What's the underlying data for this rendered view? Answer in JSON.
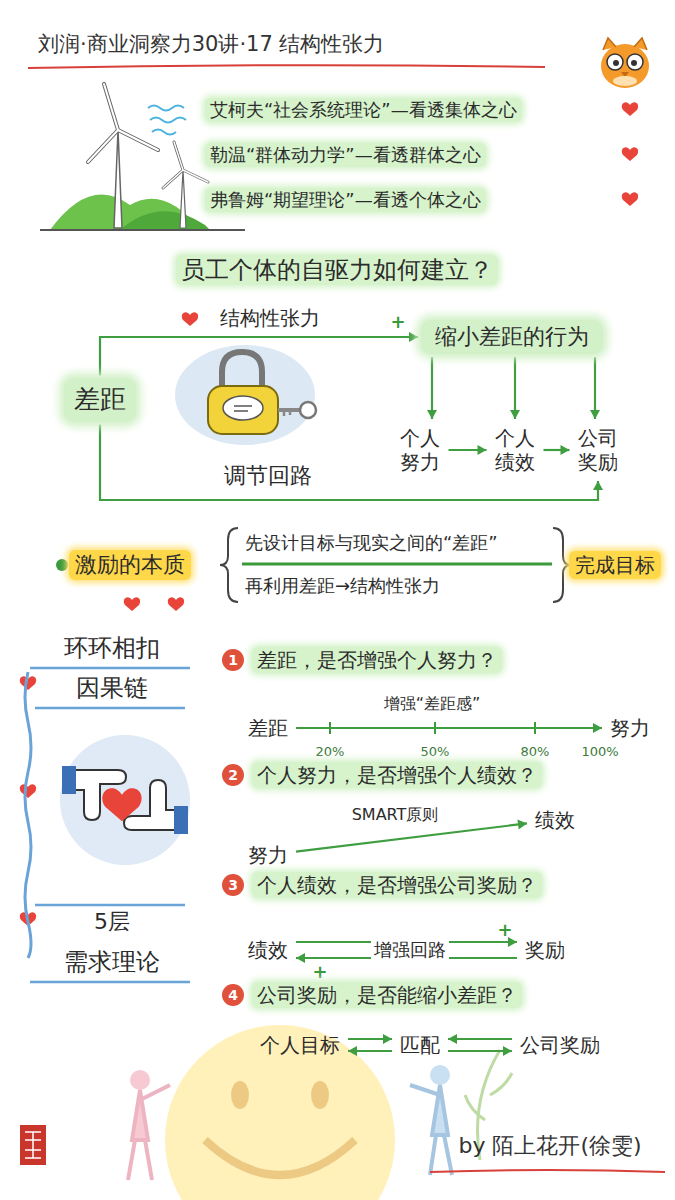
{
  "diagram": {
    "title": "刘润·商业洞察力30讲·17 结构性张力",
    "caption": "by 陌上花开(徐雯)",
    "nodes": [
      {
        "text": [
          "差距"
        ]
      },
      {
        "text": [
          "缩小差距的行为"
        ]
      },
      {
        "text": [
          "个人努力"
        ]
      },
      {
        "text": [
          "个人绩效"
        ]
      },
      {
        "text": [
          "公司奖励"
        ]
      },
      {
        "text": [
          "差距"
        ]
      },
      {
        "text": [
          "努力"
        ]
      },
      {
        "text": [
          "努力"
        ]
      },
      {
        "text": [
          "绩效"
        ]
      },
      {
        "text": [
          "绩效"
        ]
      },
      {
        "text": [
          "奖励"
        ]
      },
      {
        "text": [
          "个人目标"
        ]
      },
      {
        "text": [
          "匹配"
        ]
      },
      {
        "text": [
          "公司奖励"
        ]
      }
    ],
    "edges": [
      {
        "from": 0,
        "to": 1,
        "label": "结构性张力",
        "arrow": "to"
      },
      {
        "from": 1,
        "to": 2,
        "arrow": "to"
      },
      {
        "from": 1,
        "to": 3,
        "arrow": "to"
      },
      {
        "from": 1,
        "to": 4,
        "arrow": "to"
      },
      {
        "from": 2,
        "to": 3,
        "arrow": "to"
      },
      {
        "from": 3,
        "to": 4,
        "arrow": "to"
      },
      {
        "from": 0,
        "to": 4,
        "arrow": "to"
      },
      {
        "from": 5,
        "to": 6,
        "label": "增强“差距感”",
        "arrow": "to"
      },
      {
        "from": 7,
        "to": 8,
        "label": "SMART原则",
        "arrow": "to"
      },
      {
        "from": 9,
        "to": 10,
        "label": "增强回路",
        "arrow": "to"
      },
      {
        "from": 10,
        "to": 9,
        "arrow": "to"
      },
      {
        "from": 11,
        "to": 12,
        "arrow": "to"
      },
      {
        "from": 12,
        "to": 11,
        "arrow": "to"
      },
      {
        "from": 13,
        "to": 12,
        "arrow": "to"
      },
      {
        "from": 12,
        "to": 13,
        "arrow": "to"
      }
    ],
    "labels": [
      "艾柯夫“社会系统理论”—看透集体之心",
      "勒温“群体动力学”—看透群体之心",
      "弗鲁姆“期望理论”—看透个体之心",
      "员工个体的自驱力如何建立？",
      "+",
      "调节回路",
      "激励的本质",
      "先设计目标与现实之间的“差距”",
      "再利用差距→结构性张力",
      "完成目标",
      "环环相扣",
      "因果链",
      "5层",
      "需求理论",
      "1",
      "差距，是否增强个人努力？",
      "20%",
      "50%",
      "80%",
      "100%",
      "2",
      "个人努力，是否增强个人绩效？",
      "3",
      "个人绩效，是否增强公司奖励？",
      "+",
      "+",
      "4",
      "公司奖励，是否能缩小差距？"
    ]
  }
}
